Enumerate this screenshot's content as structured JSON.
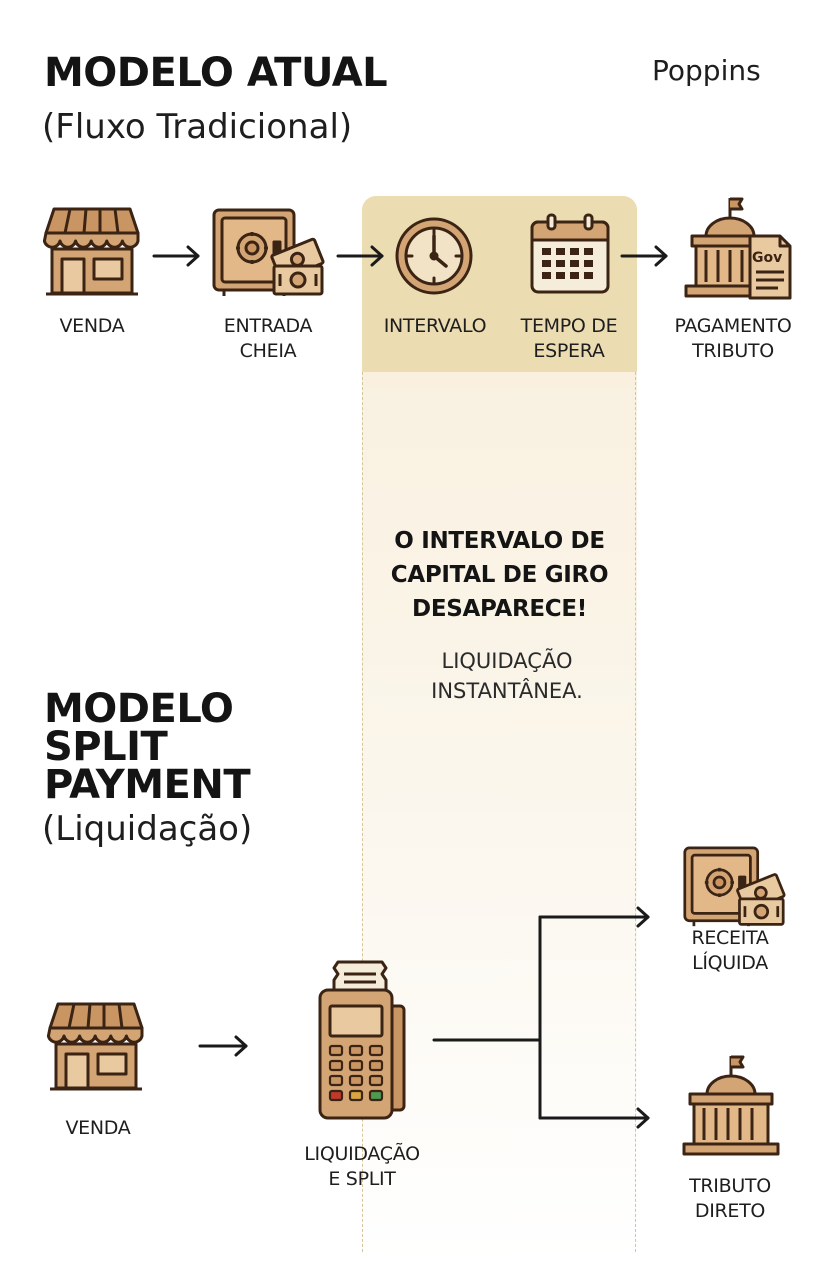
{
  "header": {
    "title_current": "MODELO ATUAL",
    "subtitle_current": "(Fluxo Tradicional)",
    "brand": "Poppins"
  },
  "traditional_flow": {
    "steps": [
      {
        "label_line1": "VENDA",
        "label_line2": "",
        "icon": "storefront-icon"
      },
      {
        "label_line1": "ENTRADA",
        "label_line2": "CHEIA",
        "icon": "safe-with-cash-icon"
      },
      {
        "label_line1": "INTERVALO",
        "label_line2": "",
        "icon": "clock-icon"
      },
      {
        "label_line1": "TEMPO DE",
        "label_line2": "ESPERA",
        "icon": "calendar-icon"
      },
      {
        "label_line1": "PAGAMENTO",
        "label_line2": "TRIBUTO",
        "icon": "government-building-document-icon"
      }
    ],
    "icon_badge": "Gov"
  },
  "callout": {
    "title_line1": "O INTERVALO DE",
    "title_line2": "CAPITAL DE GIRO",
    "title_line3": "DESAPARECE!",
    "sub_line1": "LIQUIDAÇÃO",
    "sub_line2": "INSTANTÂNEA."
  },
  "split_header": {
    "title_line1": "MODELO",
    "title_line2": "SPLIT",
    "title_line3": "PAYMENT",
    "subtitle": "(Liquidação)"
  },
  "split_flow": {
    "sale": {
      "label": "VENDA",
      "icon": "storefront-icon"
    },
    "terminal": {
      "label_line1": "LIQUIDAÇÃO",
      "label_line2": "E SPLIT",
      "icon": "payment-terminal-icon"
    },
    "net_revenue": {
      "label_line1": "RECEITA",
      "label_line2": "LÍQUIDA",
      "icon": "safe-with-cash-icon"
    },
    "direct_tax": {
      "label_line1": "TRIBUTO",
      "label_line2": "DIRETO",
      "icon": "government-building-icon"
    }
  },
  "colors": {
    "icon_fill": "#d4a574",
    "icon_stroke": "#3b2414",
    "band_top": "#ecdcb2",
    "band_body": "#f8eedb",
    "text": "#1a1a1a"
  }
}
